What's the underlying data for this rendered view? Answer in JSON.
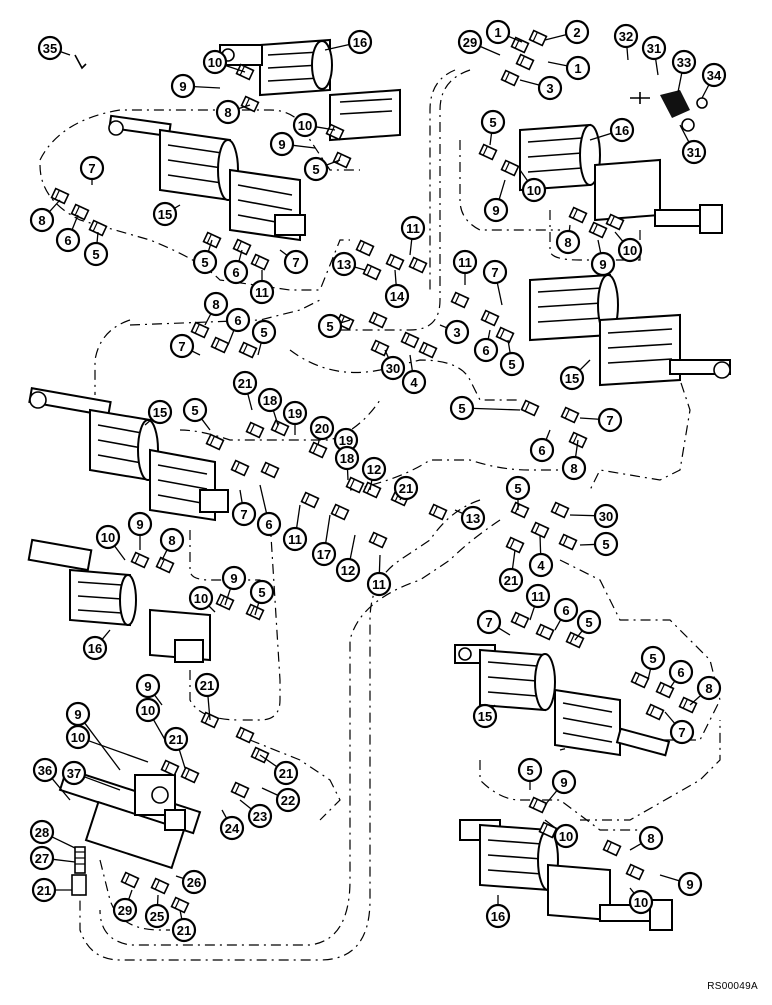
{
  "diagram": {
    "reference_code": "RS00049A",
    "callouts": [
      {
        "id": "c35",
        "label": "35"
      },
      {
        "id": "c16a",
        "label": "16"
      },
      {
        "id": "c10a",
        "label": "10"
      },
      {
        "id": "c9a",
        "label": "9"
      },
      {
        "id": "c8a",
        "label": "8"
      },
      {
        "id": "c10b",
        "label": "10"
      },
      {
        "id": "c9b",
        "label": "9"
      },
      {
        "id": "c5a",
        "label": "5"
      },
      {
        "id": "c7a",
        "label": "7"
      },
      {
        "id": "c8b",
        "label": "8"
      },
      {
        "id": "c6a",
        "label": "6"
      },
      {
        "id": "c5b",
        "label": "5"
      },
      {
        "id": "c15a",
        "label": "15"
      },
      {
        "id": "c5c",
        "label": "5"
      },
      {
        "id": "c6b",
        "label": "6"
      },
      {
        "id": "c7b",
        "label": "7"
      },
      {
        "id": "c11a",
        "label": "11"
      },
      {
        "id": "c29a",
        "label": "29"
      },
      {
        "id": "c1a",
        "label": "1"
      },
      {
        "id": "c2",
        "label": "2"
      },
      {
        "id": "c1b",
        "label": "1"
      },
      {
        "id": "c3a",
        "label": "3"
      },
      {
        "id": "c32",
        "label": "32"
      },
      {
        "id": "c31a",
        "label": "31"
      },
      {
        "id": "c33",
        "label": "33"
      },
      {
        "id": "c34",
        "label": "34"
      },
      {
        "id": "c31b",
        "label": "31"
      },
      {
        "id": "c5d",
        "label": "5"
      },
      {
        "id": "c16b",
        "label": "16"
      },
      {
        "id": "c10c",
        "label": "10"
      },
      {
        "id": "c9c",
        "label": "9"
      },
      {
        "id": "c8c",
        "label": "8"
      },
      {
        "id": "c9d",
        "label": "9"
      },
      {
        "id": "c10d",
        "label": "10"
      },
      {
        "id": "c11b",
        "label": "11"
      },
      {
        "id": "c13a",
        "label": "13"
      },
      {
        "id": "c14",
        "label": "14"
      },
      {
        "id": "c11c",
        "label": "11"
      },
      {
        "id": "c7c",
        "label": "7"
      },
      {
        "id": "c5e",
        "label": "5"
      },
      {
        "id": "c3b",
        "label": "3"
      },
      {
        "id": "c6c",
        "label": "6"
      },
      {
        "id": "c5f",
        "label": "5"
      },
      {
        "id": "c30a",
        "label": "30"
      },
      {
        "id": "c4a",
        "label": "4"
      },
      {
        "id": "c15b",
        "label": "15"
      },
      {
        "id": "c8d",
        "label": "8"
      },
      {
        "id": "c6d",
        "label": "6"
      },
      {
        "id": "c5g",
        "label": "5"
      },
      {
        "id": "c7d",
        "label": "7"
      },
      {
        "id": "c15c",
        "label": "15"
      },
      {
        "id": "c5h",
        "label": "5"
      },
      {
        "id": "c21a",
        "label": "21"
      },
      {
        "id": "c18a",
        "label": "18"
      },
      {
        "id": "c19a",
        "label": "19"
      },
      {
        "id": "c20",
        "label": "20"
      },
      {
        "id": "c19b",
        "label": "19"
      },
      {
        "id": "c18b",
        "label": "18"
      },
      {
        "id": "c12a",
        "label": "12"
      },
      {
        "id": "c21b",
        "label": "21"
      },
      {
        "id": "c5i",
        "label": "5"
      },
      {
        "id": "c7e",
        "label": "7"
      },
      {
        "id": "c6e",
        "label": "6"
      },
      {
        "id": "c7f",
        "label": "7"
      },
      {
        "id": "c8e",
        "label": "8"
      },
      {
        "id": "c6f",
        "label": "6"
      },
      {
        "id": "c11d",
        "label": "11"
      },
      {
        "id": "c17",
        "label": "17"
      },
      {
        "id": "c12b",
        "label": "12"
      },
      {
        "id": "c11e",
        "label": "11"
      },
      {
        "id": "c13b",
        "label": "13"
      },
      {
        "id": "c5j",
        "label": "5"
      },
      {
        "id": "c30b",
        "label": "30"
      },
      {
        "id": "c5k",
        "label": "5"
      },
      {
        "id": "c4b",
        "label": "4"
      },
      {
        "id": "c21c",
        "label": "21"
      },
      {
        "id": "c9e",
        "label": "9"
      },
      {
        "id": "c10e",
        "label": "10"
      },
      {
        "id": "c8f",
        "label": "8"
      },
      {
        "id": "c9f",
        "label": "9"
      },
      {
        "id": "c10f",
        "label": "10"
      },
      {
        "id": "c5l",
        "label": "5"
      },
      {
        "id": "c16c",
        "label": "16"
      },
      {
        "id": "c11f",
        "label": "11"
      },
      {
        "id": "c7g",
        "label": "7"
      },
      {
        "id": "c6g",
        "label": "6"
      },
      {
        "id": "c5m",
        "label": "5"
      },
      {
        "id": "c5n",
        "label": "5"
      },
      {
        "id": "c6h",
        "label": "6"
      },
      {
        "id": "c8g",
        "label": "8"
      },
      {
        "id": "c15d",
        "label": "15"
      },
      {
        "id": "c7h",
        "label": "7"
      },
      {
        "id": "c9g",
        "label": "9"
      },
      {
        "id": "c21d",
        "label": "21"
      },
      {
        "id": "c9h",
        "label": "9"
      },
      {
        "id": "c10g",
        "label": "10"
      },
      {
        "id": "c10h",
        "label": "10"
      },
      {
        "id": "c21e",
        "label": "21"
      },
      {
        "id": "c21f",
        "label": "21"
      },
      {
        "id": "c22",
        "label": "22"
      },
      {
        "id": "c36",
        "label": "36"
      },
      {
        "id": "c37",
        "label": "37"
      },
      {
        "id": "c23",
        "label": "23"
      },
      {
        "id": "c24",
        "label": "24"
      },
      {
        "id": "c28",
        "label": "28"
      },
      {
        "id": "c27",
        "label": "27"
      },
      {
        "id": "c26",
        "label": "26"
      },
      {
        "id": "c21g",
        "label": "21"
      },
      {
        "id": "c29b",
        "label": "29"
      },
      {
        "id": "c25",
        "label": "25"
      },
      {
        "id": "c21h",
        "label": "21"
      },
      {
        "id": "c5o",
        "label": "5"
      },
      {
        "id": "c9i",
        "label": "9"
      },
      {
        "id": "c10i",
        "label": "10"
      },
      {
        "id": "c8h",
        "label": "8"
      },
      {
        "id": "c9j",
        "label": "9"
      },
      {
        "id": "c16d",
        "label": "16"
      },
      {
        "id": "c10j",
        "label": "10"
      }
    ]
  }
}
